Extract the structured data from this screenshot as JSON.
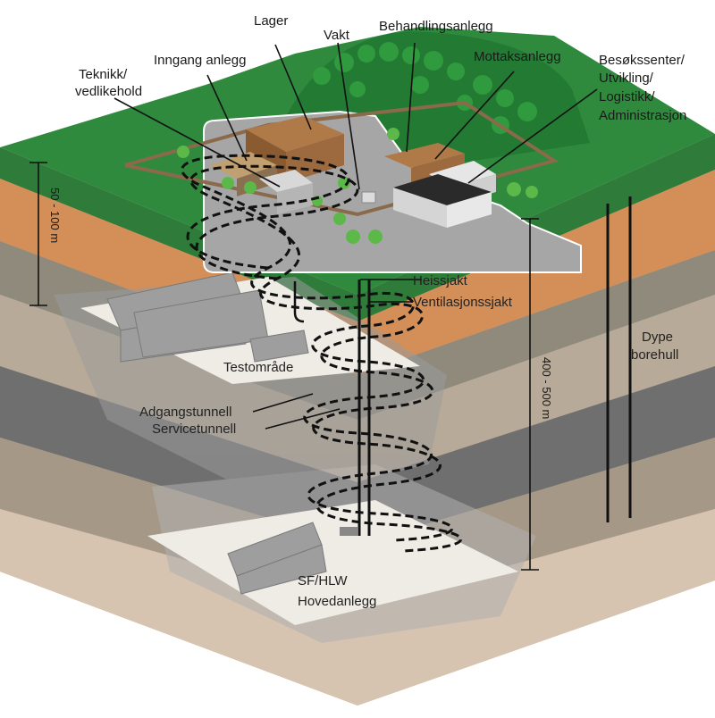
{
  "labels": {
    "lager": "Lager",
    "vakt": "Vakt",
    "behandlingsanlegg": "Behandlingsanlegg",
    "inngang_anlegg": "Inngang anlegg",
    "mottaksanlegg": "Mottaksanlegg",
    "teknikk_line1": "Teknikk/",
    "teknikk_line2": "vedlikehold",
    "besok_line1": "Besøkssenter/",
    "besok_line2": "Utvikling/",
    "besok_line3": "Logistikk/",
    "besok_line4": "Administrasjon",
    "heissjakt": "Heissjakt",
    "ventilasjonssjakt": "Ventilasjonssjakt",
    "testomrade": "Testområde",
    "adgangstunnell": "Adgangstunnell",
    "servicetunnell": "Servicetunnell",
    "dype_line1": "Dype",
    "dype_line2": "borehull",
    "hoved_line1": "SF/HLW",
    "hoved_line2": "Hovedanlegg"
  },
  "dimensions": {
    "shallow": "50 - 100 m",
    "deep": "400 - 500 m"
  },
  "colors": {
    "grass": "#2f8a3e",
    "grass_dark": "#1f6e2f",
    "soil_orange": "#d9925a",
    "rock_grey": "#8c8c8c",
    "paved": "#a6a6a6",
    "building_brown": "#9c6a3e"
  }
}
